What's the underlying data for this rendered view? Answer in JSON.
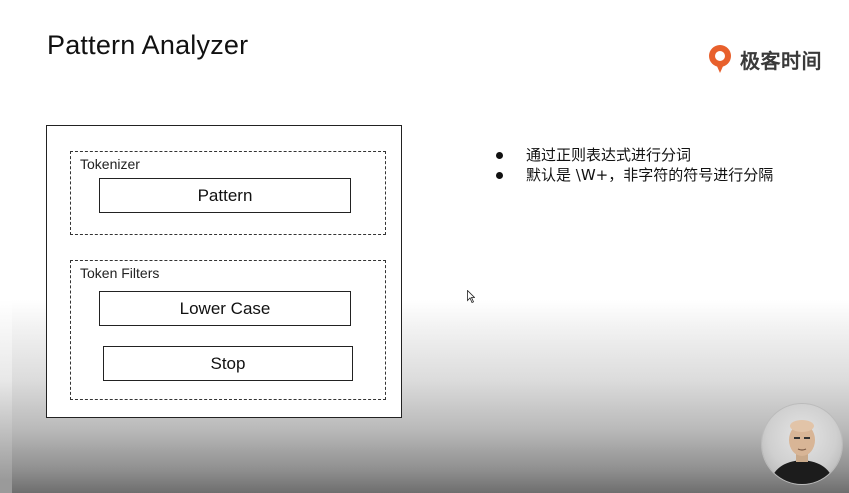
{
  "slide": {
    "title": "Pattern Analyzer",
    "logo": {
      "icon": "geekbang-logo-icon",
      "text": "极客时间",
      "color": "#e8602c"
    },
    "diagram": {
      "tokenizer": {
        "label": "Tokenizer",
        "components": [
          "Pattern"
        ]
      },
      "token_filters": {
        "label": "Token Filters",
        "components": [
          "Lower Case",
          "Stop"
        ]
      }
    },
    "bullets": [
      "通过正则表达式进行分词",
      "默认是 \\W+，非字符的符号进行分隔"
    ],
    "presenter_video": {
      "icon": "presenter-avatar-icon"
    }
  }
}
